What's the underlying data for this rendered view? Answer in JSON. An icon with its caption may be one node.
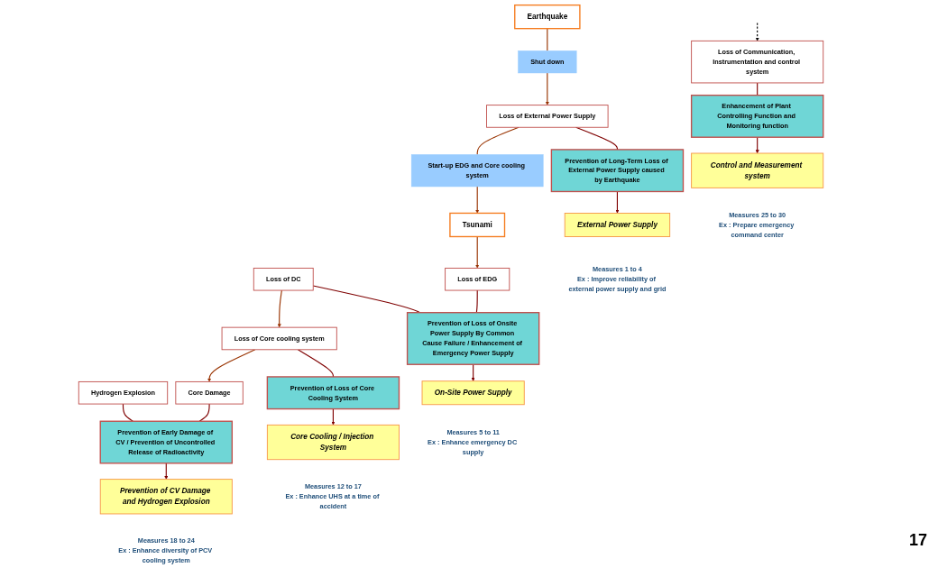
{
  "diagram": {
    "nodes": [
      {
        "text": [
          "Earthquake"
        ]
      },
      {
        "text": [
          "Shut down"
        ]
      },
      {
        "text": [
          "Loss of External Power Supply"
        ]
      },
      {
        "text": [
          "Start-up EDG and Core cooling system"
        ]
      },
      {
        "text": [
          "Tsunami"
        ]
      },
      {
        "text": [
          "Loss of EDG"
        ]
      },
      {
        "text": [
          "Loss of DC"
        ]
      },
      {
        "text": [
          "Loss of Core cooling system"
        ]
      },
      {
        "text": [
          "Core Damage"
        ]
      },
      {
        "text": [
          "Hydrogen Explosion"
        ]
      },
      {
        "text": [
          "Loss of Communication, Instrumentation and control system"
        ]
      },
      {
        "text": [
          "Prevention of Long-Term Loss of External Power Supply caused by Earthquake"
        ]
      },
      {
        "text": [
          "Prevention of Loss of Onsite Power Supply By Common Cause Failure / Enhancement of Emergency Power Supply"
        ]
      },
      {
        "text": [
          "Prevention of Loss of Core Cooling System"
        ]
      },
      {
        "text": [
          "Prevention of Early Damage of CV / Prevention of Uncontrolled Release of Radioactivity"
        ]
      },
      {
        "text": [
          "Enhancement of Plant Controlling Function and Monitoring function"
        ]
      },
      {
        "text": [
          "External Power Supply"
        ],
        "beside": [
          "Measures 1 to 4",
          "Ex : Improve reliability of external power supply and grid"
        ]
      },
      {
        "text": [
          "On-Site Power Supply"
        ],
        "beside": [
          "Measures 5 to 11",
          "Ex : Enhance emergency DC supply"
        ]
      },
      {
        "text": [
          "Core Cooling / Injection System"
        ],
        "beside": [
          "Measures 12 to 17",
          "Ex : Enhance UHS at a time of accident"
        ]
      },
      {
        "text": [
          "Prevention of CV Damage and Hydrogen Explosion"
        ],
        "beside": [
          "Measures 18 to 24",
          "Ex : Enhance diversity of PCV cooling system"
        ]
      },
      {
        "text": [
          "Control and Measurement system"
        ],
        "beside": [
          "Measures 25 to 30",
          "Ex : Prepare emergency command center"
        ]
      }
    ],
    "edges": [
      {
        "from": 0,
        "to": 1,
        "arrow": "none",
        "color": "#993300"
      },
      {
        "from": 1,
        "to": 2,
        "arrow": "to",
        "color": "#993300"
      },
      {
        "from": 2,
        "to": 3,
        "arrow": "none",
        "color": "#993300"
      },
      {
        "from": 3,
        "to": 4,
        "arrow": "to",
        "color": "#993300"
      },
      {
        "from": 4,
        "to": 5,
        "arrow": "to",
        "color": "#993300"
      },
      {
        "from": 6,
        "to": 7,
        "arrow": "to",
        "color": "#993300"
      },
      {
        "from": 7,
        "to": 8,
        "arrow": "to",
        "color": "#993300"
      },
      {
        "from": 2,
        "to": 11,
        "arrow": "none"
      },
      {
        "from": 11,
        "to": 16,
        "arrow": "to"
      },
      {
        "from": 5,
        "to": 12,
        "arrow": "none"
      },
      {
        "from": 6,
        "to": 12,
        "arrow": "none"
      },
      {
        "from": 12,
        "to": 17,
        "arrow": "to"
      },
      {
        "from": 7,
        "to": 13,
        "arrow": "none"
      },
      {
        "from": 13,
        "to": 18,
        "arrow": "to"
      },
      {
        "from": 8,
        "to": 14,
        "arrow": "none"
      },
      {
        "from": 9,
        "to": 14,
        "arrow": "none"
      },
      {
        "from": 14,
        "to": 19,
        "arrow": "to"
      },
      {
        "from": 10,
        "to": 15,
        "arrow": "none"
      },
      {
        "from": 15,
        "to": 20,
        "arrow": "to"
      },
      {
        "from": null,
        "to": 10,
        "arrow": "to",
        "style": "dashed",
        "color": "#000000"
      }
    ],
    "labels": [
      "17"
    ]
  }
}
